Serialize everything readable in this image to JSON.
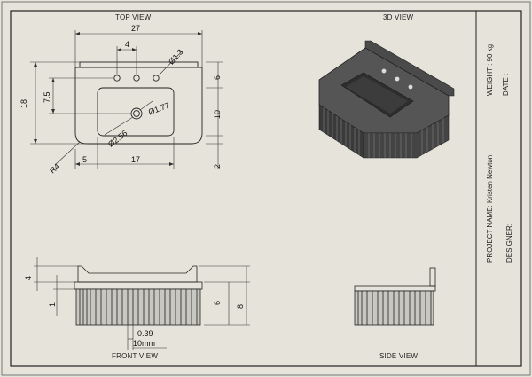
{
  "views": {
    "top": "TOP VIEW",
    "iso": "3D VIEW",
    "front": "FRONT VIEW",
    "side": "SIDE VIEW"
  },
  "title_block": {
    "weight": "WEIGHT : 90 kg",
    "date": "DATE :",
    "project": "PROJECT NAME: Kristen Newton",
    "designer": "DESIGNER:"
  },
  "dims_top": {
    "overall_width": "27",
    "hole_spacing": "4",
    "hole_dia": "Ø1.3",
    "overall_depth": "18",
    "offset_depth": "7.5",
    "drain_outer": "Ø2.56",
    "drain_inner": "Ø1.77",
    "corner_radius": "R4",
    "left_offset": "5",
    "bowl_width": "17",
    "backsplash": "6",
    "bowl_depth": "10",
    "front_margin": "2"
  },
  "dims_front": {
    "top_offset": "4",
    "rim": "1",
    "body": "6",
    "total": "8",
    "fin": "0.39",
    "pitch": "10mm"
  },
  "colors": {
    "sheet": "#e6e4da",
    "line": "#111111",
    "body_dark": "#3a3a3a",
    "body_mid": "#5a5a5a"
  }
}
